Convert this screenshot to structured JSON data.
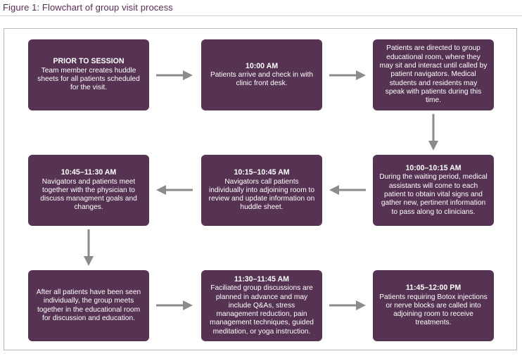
{
  "figure_title": "Figure 1: Flowchart of group visit process",
  "steps": [
    {
      "heading": "PRIOR TO SESSION",
      "text": "Team member creates huddle sheets for all patients scheduled for the visit."
    },
    {
      "heading": "10:00 AM",
      "text": "Patients arrive and check in with clinic front desk."
    },
    {
      "heading": "",
      "text": "Patients are directed to group educational room, where they may sit and interact until called by patient navigators. Medical students and residents may speak with patients during this time."
    },
    {
      "heading": "10:00–10:15 AM",
      "text": "During the waiting period, medical assistants will come to each patient to obtain vital signs and gather new, pertinent information to pass along to clinicians."
    },
    {
      "heading": "10:15–10:45 AM",
      "text": "Navigators call patients individually into adjoining room to review and update information on huddle sheet."
    },
    {
      "heading": "10:45–11:30 AM",
      "text": "Navigators and patients meet together with the physician to discuss managment goals and changes."
    },
    {
      "heading": "",
      "text": "After all patients have been seen individually, the group meets together in the educational room for discussion and education."
    },
    {
      "heading": "11:30–11:45 AM",
      "text": "Faciliated group discussions are planned in advance and may include Q&As, stress management reduction, pain management techniques, guided meditation, or yoga instruction."
    },
    {
      "heading": "11:45–12:00 PM",
      "text": "Patients requiring Botox injections or nerve blocks are called into adjoining room to receive treatments."
    }
  ],
  "colors": {
    "box_fill": "#563352",
    "arrow": "#8c8c8c",
    "title": "#5b2d55"
  }
}
